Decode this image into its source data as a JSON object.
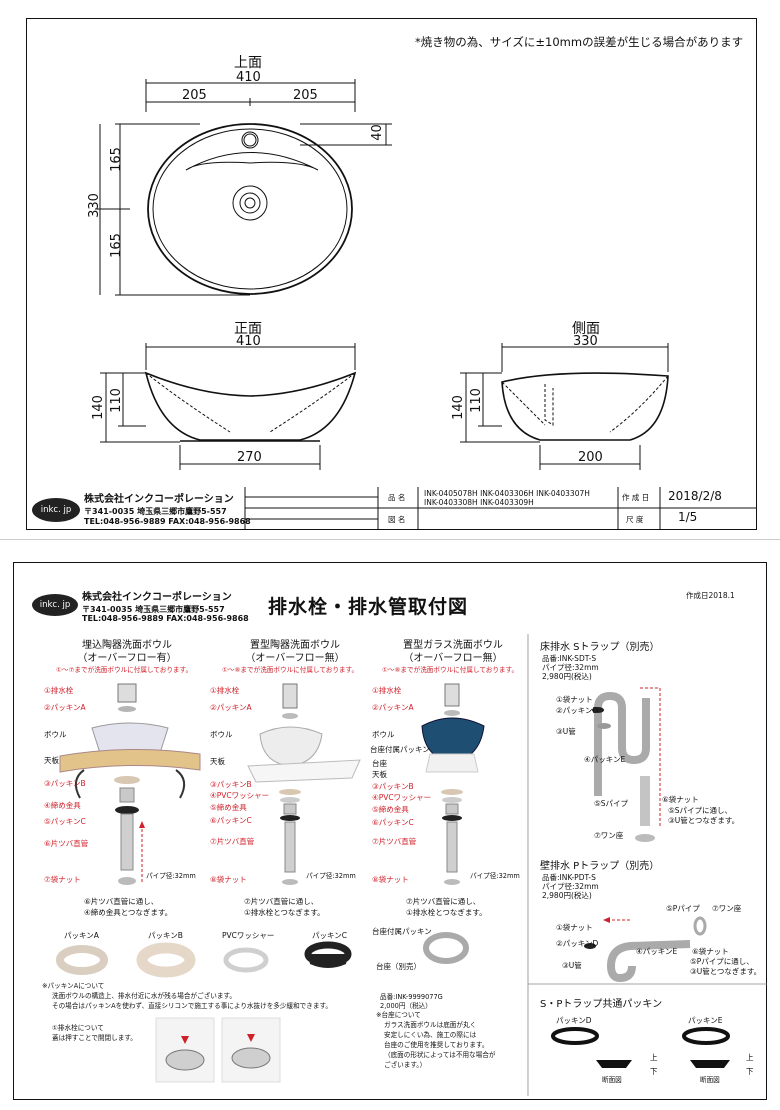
{
  "sheet1": {
    "note": "*焼き物の為、サイズに±10mmの誤差が生じる場合があります",
    "top_view": {
      "label": "上面",
      "width": "410",
      "half_left": "205",
      "half_right": "205",
      "hole_offset": "40",
      "depth": "330",
      "half_top": "165",
      "half_bottom": "165"
    },
    "front_view": {
      "label": "正面",
      "width": "410",
      "height": "140",
      "inner_height": "110",
      "base": "270"
    },
    "side_view": {
      "label": "側面",
      "width": "330",
      "height": "140",
      "inner_height": "110",
      "base": "200"
    },
    "title_block": {
      "logo": "inkc. jp",
      "company": "株式会社インクコーポレーション",
      "address": "〒341-0035 埼玉県三郷市鷹野5-557",
      "tel": "TEL:048-956-9889 FAX:048-956-9868",
      "label_product": "品 名",
      "product_line1": "INK-0405078H INK-0403306H INK-0403307H",
      "product_line2": "INK-0403308H INK-0403309H",
      "label_drawing": "図 名",
      "label_date": "作 成 日",
      "date": "2018/2/8",
      "label_scale": "尺 度",
      "scale": "1/5"
    }
  },
  "sheet2": {
    "logo": "inkc. jp",
    "company": "株式会社インクコーポレーション",
    "address": "〒341-0035 埼玉県三郷市鷹野5-557",
    "tel": "TEL:048-956-9889 FAX:048-956-9868",
    "title": "排水栓・排水管取付図",
    "created": "作成日2018.1",
    "col1": {
      "title": "埋込陶器洗面ボウル",
      "subtitle": "（オーバーフロー有）",
      "note": "①～⑦までが洗面ボウルに付属しております。",
      "labels": [
        "①排水栓",
        "②パッキンA",
        "ボウル",
        "天板",
        "③パッキンB",
        "④締め金具",
        "⑤パッキンC",
        "⑥片ツバ直管",
        "⑦袋ナット"
      ],
      "pipe": "パイプ径:32mm",
      "footer1": "⑥片ツバ直管に通し、",
      "footer2": "④締め金具とつなぎます。"
    },
    "col2": {
      "title": "置型陶器洗面ボウル",
      "subtitle": "（オーバーフロー無）",
      "note": "①～⑧までが洗面ボウルに付属しております。",
      "labels": [
        "①排水栓",
        "②パッキンA",
        "ボウル",
        "天板",
        "③パッキンB",
        "④PVCワッシャー",
        "⑤締め金具",
        "⑥パッキンC",
        "⑦片ツバ直管",
        "⑧袋ナット"
      ],
      "pipe": "パイプ径:32mm",
      "footer1": "⑦片ツバ直管に通し、",
      "footer2": "①排水栓とつなぎます。"
    },
    "col3": {
      "title": "置型ガラス洗面ボウル",
      "subtitle": "（オーバーフロー無）",
      "note": "①～⑧までが洗面ボウルに付属しております。",
      "labels": [
        "①排水栓",
        "②パッキンA",
        "ボウル",
        "台座付属パッキン",
        "台座",
        "天板",
        "③パッキンB",
        "④PVCワッシャー",
        "⑤締め金具",
        "⑥パッキンC",
        "⑦片ツバ直管",
        "⑧袋ナット"
      ],
      "pipe": "パイプ径:32mm",
      "footer1": "⑦片ツバ直管に通し、",
      "footer2": "①排水栓とつなぎます。"
    },
    "parts": {
      "a": "パッキンA",
      "b": "パッキンB",
      "pvc": "PVCワッシャー",
      "c": "パッキンC",
      "base_pack": "台座付属パッキン",
      "base": "台座（別売）"
    },
    "packA_note": [
      "※パッキンAについて",
      "洗面ボウルの構造上、排水付近に水が残る場合がございます。",
      "その場合はパッキンAを使わず、直接シリコンで施工する事により水抜けを多少緩和できます。"
    ],
    "plug_note": [
      "①排水栓について",
      "蓋は押すことで開閉します。"
    ],
    "base_note": [
      "品番:INK-9999077G",
      "2,000円（税込）",
      "※台座について",
      "ガラス洗面ボウルは底面が丸く",
      "安定しにくい為、施工の際には",
      "台座のご使用を推奨しております。",
      "（底面の形状によっては不用な場合が",
      "ございます。）"
    ],
    "s_trap": {
      "title": "床排水 Sトラップ（別売）",
      "code": "品番:INK-SDT-S",
      "pipe": "パイプ径:32mm",
      "price": "2,980円(税込)",
      "labels": [
        "①袋ナット",
        "②パッキンD",
        "③U管",
        "④パッキンE",
        "⑤Sパイプ",
        "⑥袋ナット",
        "⑦ワン座"
      ],
      "note1": "⑤Sパイプに通し、",
      "note2": "③U管とつなぎます。"
    },
    "p_trap": {
      "title": "壁排水 Pトラップ（別売）",
      "code": "品番:INK-PDT-S",
      "pipe": "パイプ径:32mm",
      "price": "2,980円(税込)",
      "labels": [
        "⑤Pパイプ",
        "⑦ワン座",
        "①袋ナット",
        "②パッキンD",
        "④パッキンE",
        "③U管",
        "⑥袋ナット"
      ],
      "note1": "⑤Pパイプに通し、",
      "note2": "③U管とつなぎます。"
    },
    "common": {
      "title": "S・Pトラップ共通パッキン",
      "d": "パッキンD",
      "e": "パッキンE",
      "up": "上",
      "down": "下",
      "section": "断面図"
    }
  }
}
